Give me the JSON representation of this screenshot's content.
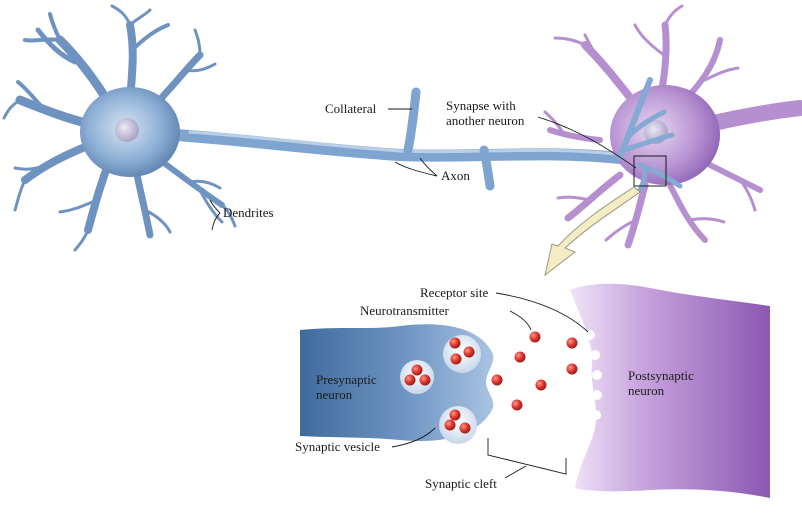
{
  "labels": {
    "collateral": "Collateral",
    "synapse_line1": "Synapse with",
    "synapse_line2": "another neuron",
    "axon": "Axon",
    "dendrites": "Dendrites",
    "receptor_site": "Receptor site",
    "neurotransmitter": "Neurotransmitter",
    "presynaptic_line1": "Presynaptic",
    "presynaptic_line2": "neuron",
    "postsynaptic_line1": "Postsynaptic",
    "postsynaptic_line2": "neuron",
    "synaptic_vesicle": "Synaptic vesicle",
    "synaptic_cleft": "Synaptic cleft"
  },
  "colors": {
    "neuron_blue": "#7ea3cc",
    "neuron_blue_dark": "#4f76a6",
    "neuron_purple": "#b48fcf",
    "neuron_purple_dark": "#8d5fb3",
    "nucleus": "#c9c6dc",
    "molecule_red": "#d8342c",
    "arrow_fill": "#f3ecc4"
  }
}
